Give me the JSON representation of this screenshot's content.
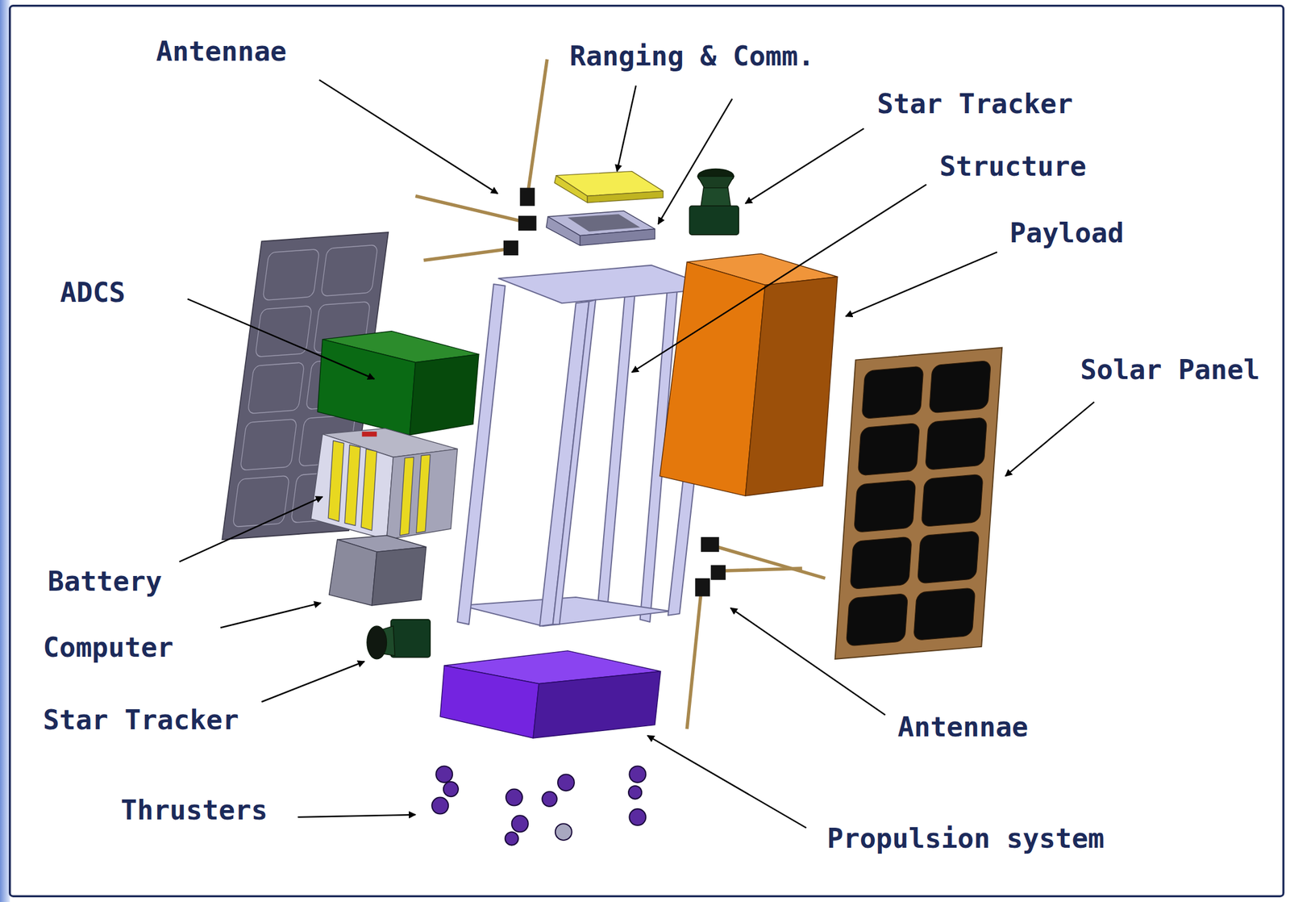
{
  "diagram": {
    "labels": [
      "Antennae",
      "Ranging & Comm.",
      "Star Tracker",
      "Structure",
      "Payload",
      "ADCS",
      "Solar Panel",
      "Battery",
      "Computer",
      "Star Tracker",
      "Antennae",
      "Thrusters",
      "Propulsion system"
    ]
  }
}
